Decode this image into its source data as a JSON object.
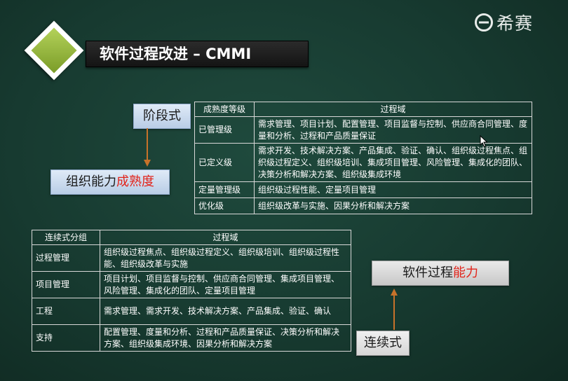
{
  "logo": {
    "icon": "xisai-logo-icon",
    "text": "希赛"
  },
  "title": "软件过程改进 – CMMI",
  "labels": {
    "stage": "阶段式",
    "maturity_prefix": "组织能力",
    "maturity_highlight": "成熟度",
    "capability_prefix": "软件过程",
    "capability_highlight": "能力",
    "continuous": "连续式"
  },
  "colors": {
    "background": "#173a30",
    "accent_green": "#9cbd3c",
    "highlight_red": "#e2231a",
    "arrow": "#c7722a"
  },
  "staged_table": {
    "headers": [
      "成熟度等级",
      "过程域"
    ],
    "rows": [
      {
        "level": "已管理级",
        "areas": "需求管理、项目计划、配置管理、项目监督与控制、供应商合同管理、度量和分析、过程和产品质量保证"
      },
      {
        "level": "已定义级",
        "areas": "需求开发、技术解决方案、产品集成、验证、确认、组织级过程焦点、组织级过程定义、组织级培训、集成项目管理、风险管理、集成化的团队、决策分析和解决方案、组织级集成环境"
      },
      {
        "level": "定量管理级",
        "areas": "组织级过程性能、定量项目管理"
      },
      {
        "level": "优化级",
        "areas": "组织级改革与实施、因果分析和解决方案"
      }
    ]
  },
  "continuous_table": {
    "headers": [
      "连续式分组",
      "过程域"
    ],
    "rows": [
      {
        "group": "过程管理",
        "areas": "组织级过程焦点、组织级过程定义、组织级培训、组织级过程性能、组织级改革与实施"
      },
      {
        "group": "项目管理",
        "areas": "项目计划、项目监督与控制、供应商合同管理、集成项目管理、风险管理、集成化的团队、定量项目管理"
      },
      {
        "group": "工程",
        "areas": "需求管理、需求开发、技术解决方案、产品集成、验证、确认"
      },
      {
        "group": "支持",
        "areas": "配置管理、度量和分析、过程和产品质量保证、决策分析和解决方案、组织级集成环境、因果分析和解决方案"
      }
    ]
  }
}
